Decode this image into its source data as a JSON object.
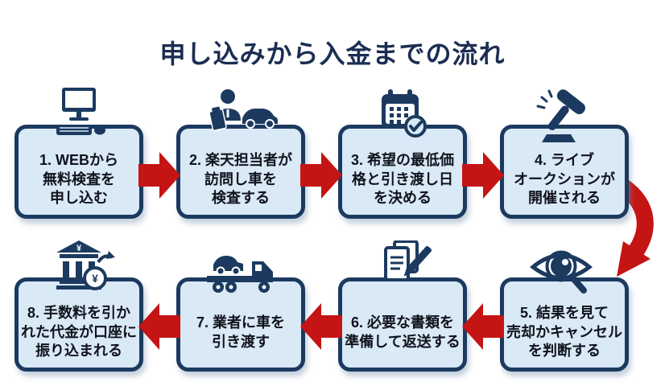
{
  "title": "申し込みから入金までの流れ",
  "colors": {
    "navy": "#1c3a5f",
    "box_fill": "#d9e9f6",
    "arrow_red": "#c41414",
    "title_navy": "#1b2d52",
    "text": "#10131c",
    "background": "#ffffff"
  },
  "steps": [
    {
      "number": 1,
      "text": "1. WEBから\n無料検査を\n申し込む",
      "icon": "computer-icon"
    },
    {
      "number": 2,
      "text": "2. 楽天担当者が\n訪問し車を\n検査する",
      "icon": "agent-car-icon"
    },
    {
      "number": 3,
      "text": "3. 希望の最低価\n格と引き渡し日\nを決める",
      "icon": "calendar-check-icon"
    },
    {
      "number": 4,
      "text": "4. ライブ\nオークションが\n開催される",
      "icon": "gavel-icon"
    },
    {
      "number": 5,
      "text": "5. 結果を見て\n売却かキャンセル\nを判断する",
      "icon": "eye-magnifier-icon"
    },
    {
      "number": 6,
      "text": "6. 必要な書類を\n準備して返送する",
      "icon": "documents-pen-icon"
    },
    {
      "number": 7,
      "text": "7. 業者に車を\n引き渡す",
      "icon": "tow-truck-icon"
    },
    {
      "number": 8,
      "text": "8. 手数料を引か\nれた代金が口座に\n振り込まれる",
      "icon": "bank-yen-icon"
    }
  ],
  "arrows": {
    "top_row_direction": "right",
    "bottom_row_direction": "left",
    "right_side": "curved-down-arrow"
  }
}
